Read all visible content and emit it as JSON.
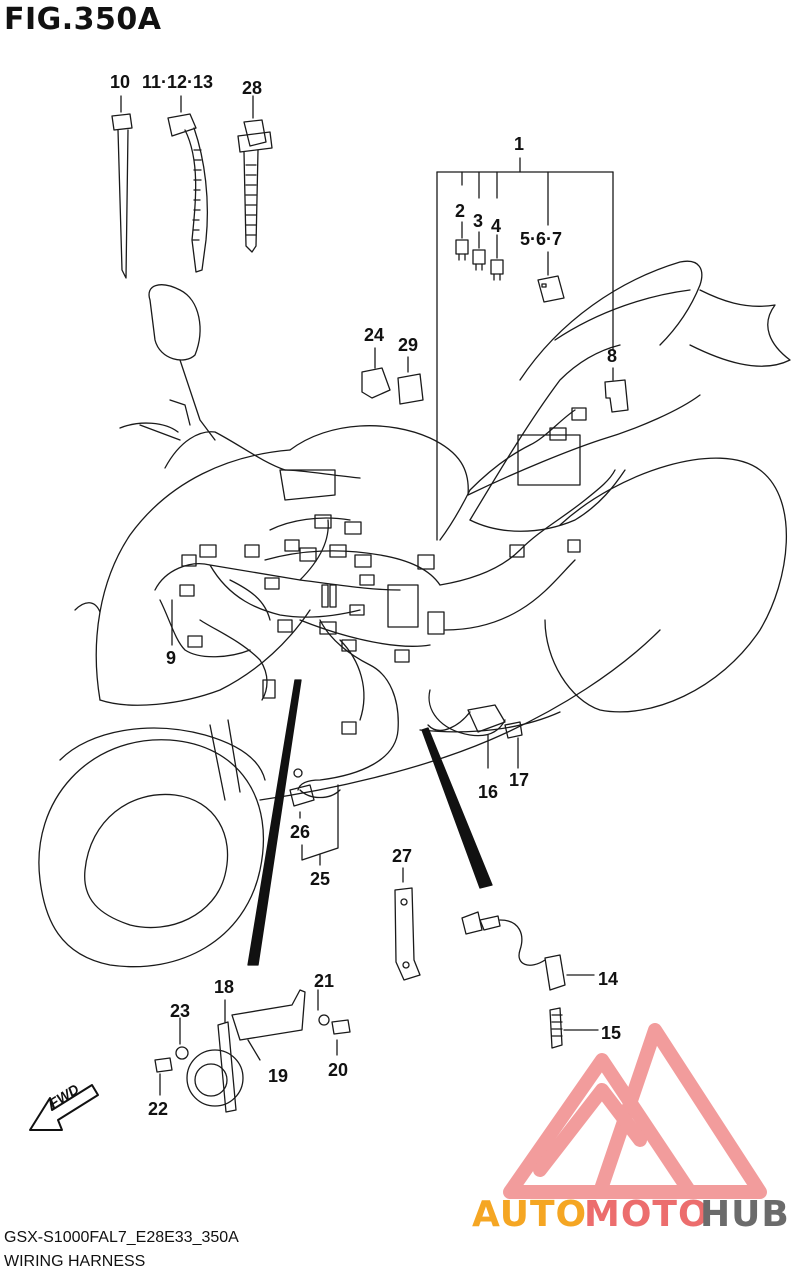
{
  "figure": {
    "title": "FIG.350A",
    "model_code": "GSX-S1000FAL7_E28E33_350A",
    "section_title": "WIRING HARNESS"
  },
  "fwd_label": "FWD",
  "watermark": {
    "part_a": "AUTO",
    "part_b": "MOTO",
    "part_c": "HUB",
    "colors": {
      "auto": "#f5a623",
      "moto": "#ec6d6d",
      "hub": "#6b6b6b",
      "triangle": "#e84c4c"
    }
  },
  "callouts": {
    "c1": "1",
    "c2": "2",
    "c3": "3",
    "c4": "4",
    "c567": "5·6·7",
    "c8": "8",
    "c9": "9",
    "c10": "10",
    "c111213": "11·12·13",
    "c14": "14",
    "c15": "15",
    "c16": "16",
    "c17": "17",
    "c18": "18",
    "c19": "19",
    "c20": "20",
    "c21": "21",
    "c22": "22",
    "c23": "23",
    "c24": "24",
    "c25": "25",
    "c26": "26",
    "c27": "27",
    "c28": "28",
    "c29": "29"
  }
}
